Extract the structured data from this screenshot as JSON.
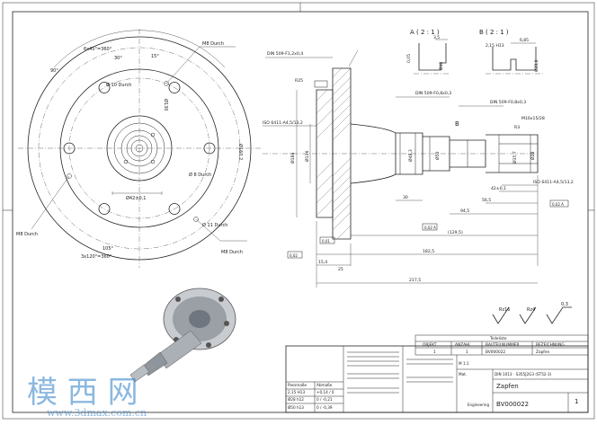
{
  "views": {
    "front_labels": {
      "bolt_circle": "6x45°=360°",
      "m8_top": "M8 Durch",
      "m8_left": "M8 Durch",
      "m8_bottom": "M8 Durch",
      "hole_dia": "Ø 11 Durch",
      "dia_a": "Ø 10 Durch",
      "dia_b": "Ø 8 Durch",
      "angle_30": "30°",
      "angle_15": "15°",
      "angle_90": "90°",
      "angle_105": "105°",
      "angle_3x": "3x120°=360°",
      "pcd_1": "Ø160,2",
      "pcd_2": "Ø130",
      "pcd_3": "Ø42±0,1"
    },
    "section_labels": {
      "din_top": "DIN 509-F1,2x0,4",
      "din_mid": "DIN 509-F0,8x0,3",
      "din_b": "DIN 509-F0,8x0,3",
      "iso_left": "ISO 6411-A4,5/13,2",
      "iso_right": "ISO 6411-A4,5/13,2",
      "thread": "M16x15/28",
      "r25": "R25",
      "r3": "R3",
      "b_mark": "B",
      "dia_186": "Ø186",
      "dia_116": "Ø116",
      "dia_48": "Ø48,3",
      "dia_50": "Ø50",
      "dia_35": "Ø35,7",
      "dia_28": "Ø28",
      "dim_42": "42±0,1",
      "dim_56": "56,5",
      "dim_94": "94,5",
      "dim_129": "(129,5)",
      "dim_182": "182,5",
      "dim_217": "217,5",
      "dim_25": "25",
      "dim_154": "15,4",
      "dim_30": "30",
      "tol_1": "0,01",
      "tol_2": "0,02",
      "tol_3": "0,02 A",
      "tol_4": "0,02 A"
    },
    "detail_a": {
      "title": "A ( 2 : 1 )",
      "dim_1": "3,5",
      "dim_2": "0,05",
      "dia": "Ø48"
    },
    "detail_b": {
      "title": "B ( 2 : 1 )",
      "dim_1": "2,15 H13",
      "dim_2": "6,85",
      "dia": "Ø28,8"
    },
    "surface": {
      "r1": "Rz16",
      "r2": "Rz4",
      "r3": "0,3"
    }
  },
  "title_block": {
    "parts_list_title": "Teileliste",
    "col_object": "OBJEKT",
    "col_qty": "ANZAHL",
    "col_part_no": "BAUTEILNUMMER",
    "col_desc": "BEZEICHNUNG",
    "row_object": "1",
    "row_qty": "1",
    "row_part_no": "BV000022",
    "row_desc": "Zapfen",
    "tolerance_header_1": "Passmaße",
    "tolerance_header_2": "Abmaße",
    "fit_1": "2,15 H13",
    "fit_1_val": "+0,14 / 0",
    "fit_2": "Ø28 h12",
    "fit_2_val": "0 / -0,21",
    "fit_3": "Ø50 h13",
    "fit_3_val": "0 / -0,39",
    "scale": "M 1:1",
    "material_label": "Mat.",
    "material": "DIN 1013 · S355J2G3 (ST52-3)",
    "part_name": "Zapfen",
    "drawing_no": "BV000022",
    "sheet": "1",
    "engineering": "Engineering"
  },
  "watermark": {
    "chars": "模 西 网",
    "url": "www.3dmax.com.cn"
  },
  "colors": {
    "line": "#222222",
    "watermark": "#2d7fc8",
    "part_metal": "#9aa0a6"
  }
}
